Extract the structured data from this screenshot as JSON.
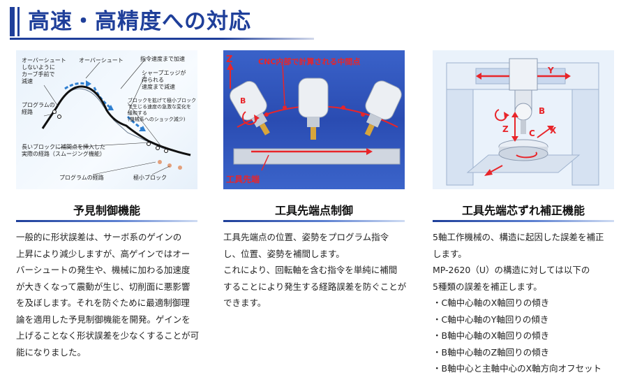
{
  "header": {
    "title": "高速・高精度への対応"
  },
  "figure1": {
    "labels": {
      "overshoot_avoid": [
        "オーバーシュート",
        "しないように",
        "カーブ手前で",
        "減速"
      ],
      "overshoot": "オーバーシュート",
      "accel_decel": "指令速度まで加速",
      "sharp_edge": [
        "シャープエッジが",
        "得られる",
        "速度まで減速"
      ],
      "program_path_left": [
        "プログラムの",
        "経路"
      ],
      "block_connect": [
        "ブロックを拡げて極小ブロック",
        "で生じる速度の急激な変化を",
        "緩和する",
        "(機械系へのショック減少)"
      ],
      "interp_points": [
        "長いブロックに補間点を挿入した",
        "実際の経路（スムージング機能）"
      ],
      "program_path_bottom": "プログラムの経路",
      "tiny_block": "極小ブロック"
    },
    "colors": {
      "path": "#111111",
      "arrow": "#2f7fd0",
      "point": "#e3a07c"
    }
  },
  "figure2": {
    "labels": {
      "z": "Z",
      "cnc_point": "CNC内部で計算される中間点",
      "b": "B",
      "tool_tip": "工具先端"
    },
    "colors": {
      "accent": "#e8252a",
      "bg": "#2a4cb2"
    }
  },
  "figure3": {
    "labels": {
      "y": "Y",
      "b": "B",
      "z": "Z",
      "c": "C",
      "x": "X"
    },
    "colors": {
      "accent": "#e8252a",
      "frame": "#c9d8ee"
    }
  },
  "sections": [
    {
      "title": "予見制御機能",
      "lines": [
        "一般的に形状誤差は、サーボ系のゲインの",
        "上昇により減少しますが、高ゲインではオー",
        "バーシュートの発生や、機械に加わる加速度",
        "が大きくなって震動が生じ、切削面に悪影響",
        "を及ぼします。それを防ぐために最適制御理",
        "論を適用した予見制御機能を開発。ゲインを",
        "上げることなく形状誤差を少なくすることが可",
        "能になりました。"
      ]
    },
    {
      "title": "工具先端点制御",
      "lines": [
        "工具先端点の位置、姿勢をプログラム指令",
        "し、位置、姿勢を補間します。",
        "これにより、回転軸を含む指令を単純に補間",
        "することにより発生する経路誤差を防ぐことが",
        "できます。"
      ]
    },
    {
      "title": "工具先端芯ずれ補正機能",
      "lines": [
        "5軸工作機械の、構造に起因した誤差を補正",
        "します。",
        "MP-2620（U）の構造に対しては以下の",
        "5種類の誤差を補正します。",
        "・C軸中心軸のX軸回りの傾き",
        "・C軸中心軸のY軸回りの傾き",
        "・B軸中心軸のX軸回りの傾き",
        "・B軸中心軸のZ軸回りの傾き",
        "・B軸中心と主軸中心のX軸方向オフセット"
      ]
    }
  ]
}
